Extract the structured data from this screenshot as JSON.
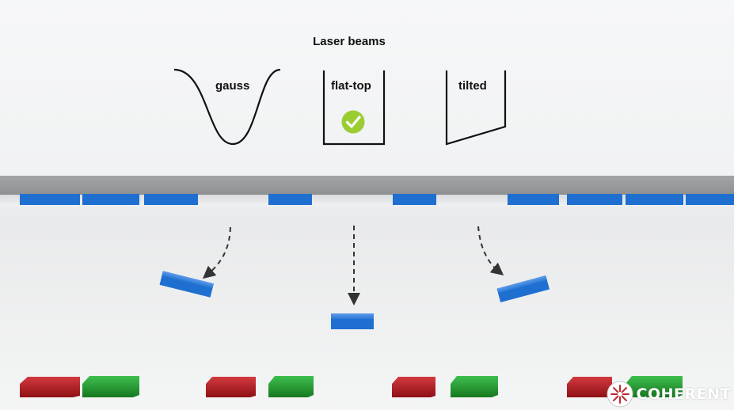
{
  "title": "Laser beams",
  "profiles": [
    {
      "label": "gauss"
    },
    {
      "label": "flat-top",
      "selected": true
    },
    {
      "label": "tilted"
    }
  ],
  "logo": {
    "text": "COHERENT",
    "icon": "starburst-logo-icon"
  },
  "colors": {
    "chip_blue": "#1f6fd1",
    "chip_red": "#b3161c",
    "chip_green": "#1f9a2e",
    "check_green": "#9acd32",
    "plate_gray": "#9ea0a2"
  }
}
